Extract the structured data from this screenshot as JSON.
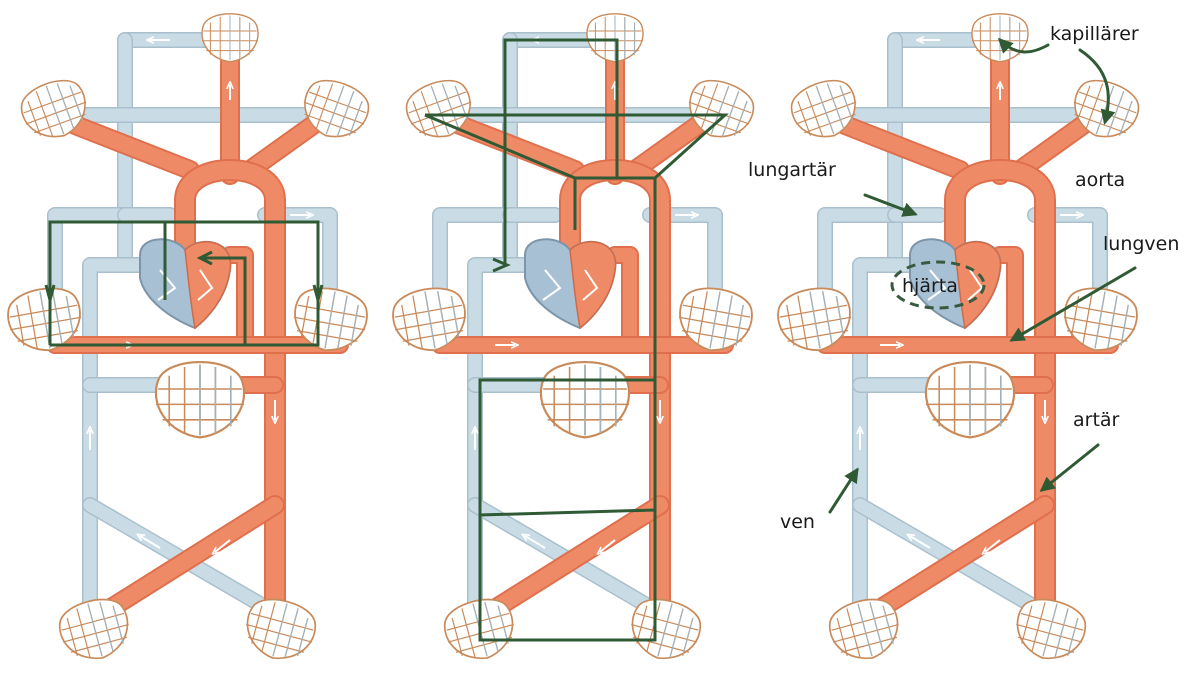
{
  "labels": {
    "kapillarer": "kapillärer",
    "aorta": "aorta",
    "lungartar": "lungartär",
    "hjarta": "hjärta",
    "lungven": "lungven",
    "artar": "artär",
    "ven": "ven"
  },
  "colors": {
    "artery": "#ef8a66",
    "vein": "#c9dce6",
    "pathway": "#2f5a34",
    "text": "#1a1a1a"
  }
}
